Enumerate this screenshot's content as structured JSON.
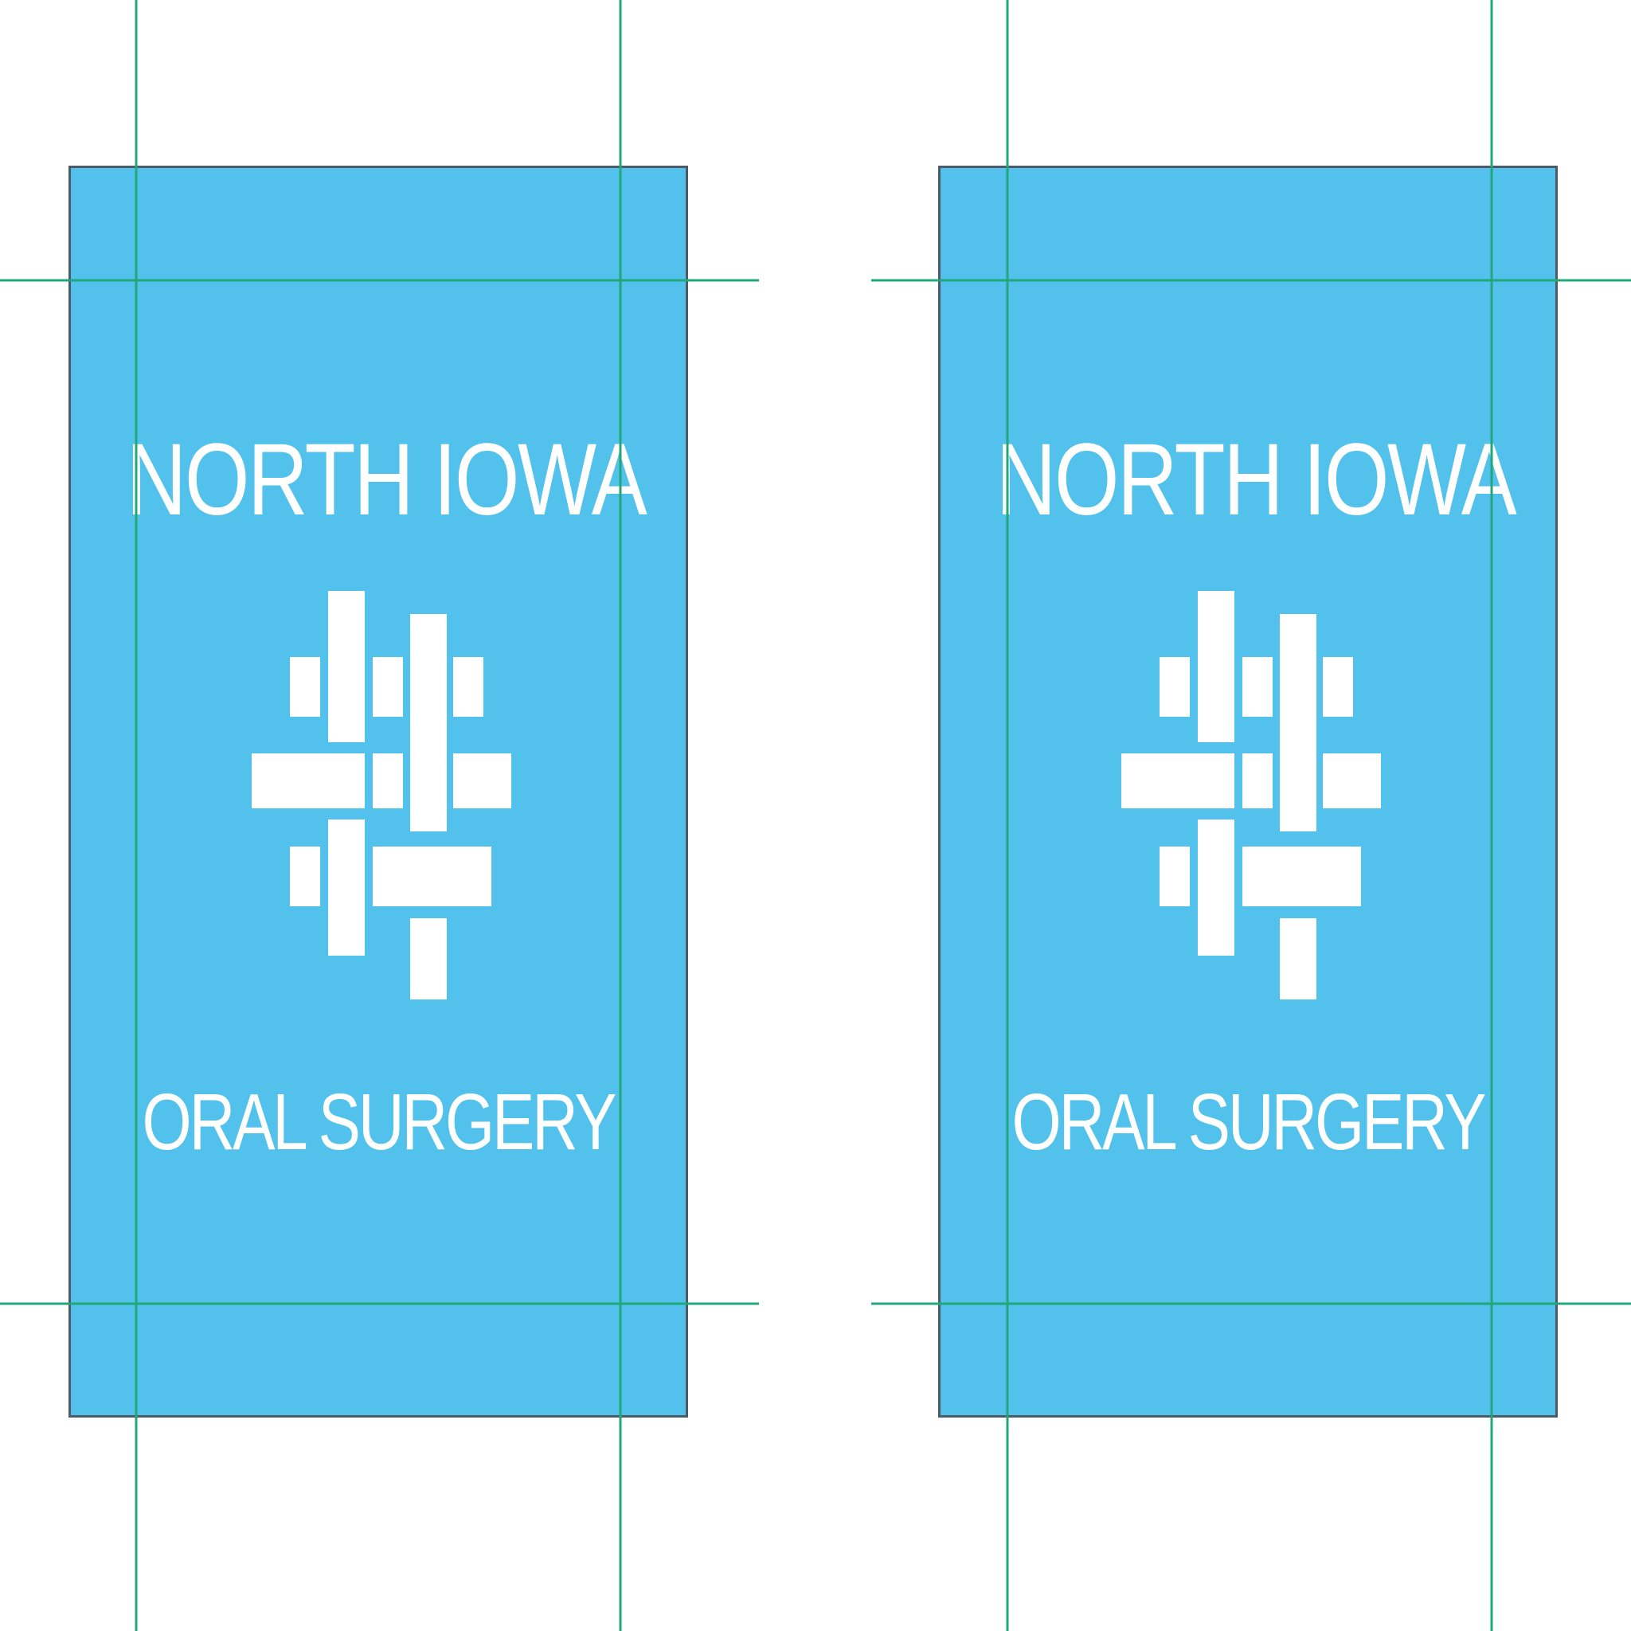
{
  "colors": {
    "card_fill": "#52c1eb",
    "card_border": "#4f5a66",
    "logo_fill": "#ffffff",
    "guide_line": "#20a878",
    "background": "#ffffff"
  },
  "cards": [
    {
      "logo_mark": "weave-cross-mark-icon",
      "brand_top": "NORTH IOWA",
      "brand_bottom": "ORAL SURGERY"
    },
    {
      "logo_mark": "weave-cross-mark-icon",
      "brand_top": "NORTH IOWA",
      "brand_bottom": "ORAL SURGERY"
    }
  ]
}
